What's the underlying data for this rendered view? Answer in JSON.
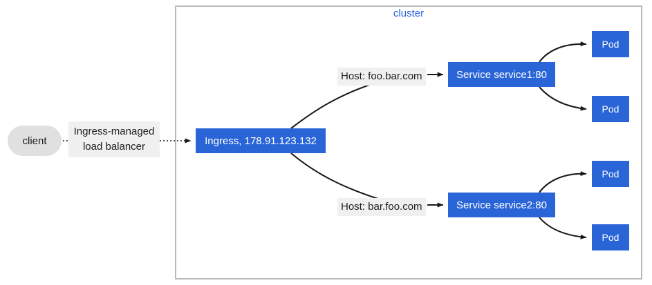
{
  "diagram": {
    "type": "kubernetes-ingress-fanout",
    "cluster": {
      "label": "cluster"
    },
    "client": {
      "label": "client"
    },
    "load_balancer_label": {
      "line1": "Ingress-managed",
      "line2": "load balancer"
    },
    "ingress": {
      "label": "Ingress, 178.91.123.132"
    },
    "routes": [
      {
        "host_label": "Host: foo.bar.com",
        "service_label": "Service service1:80",
        "pods": [
          "Pod",
          "Pod"
        ]
      },
      {
        "host_label": "Host: bar.foo.com",
        "service_label": "Service service2:80",
        "pods": [
          "Pod",
          "Pod"
        ]
      }
    ],
    "pods": {
      "pod1": "Pod",
      "pod2": "Pod",
      "pod3": "Pod",
      "pod4": "Pod"
    },
    "colors": {
      "node_blue": "#2a65d8",
      "client_gray": "#e0e0e0",
      "label_plate": "#f0f0f0",
      "cluster_border": "#b8b8b8",
      "edge_black": "#1a1a1a",
      "cluster_text": "#2a65d8"
    }
  }
}
